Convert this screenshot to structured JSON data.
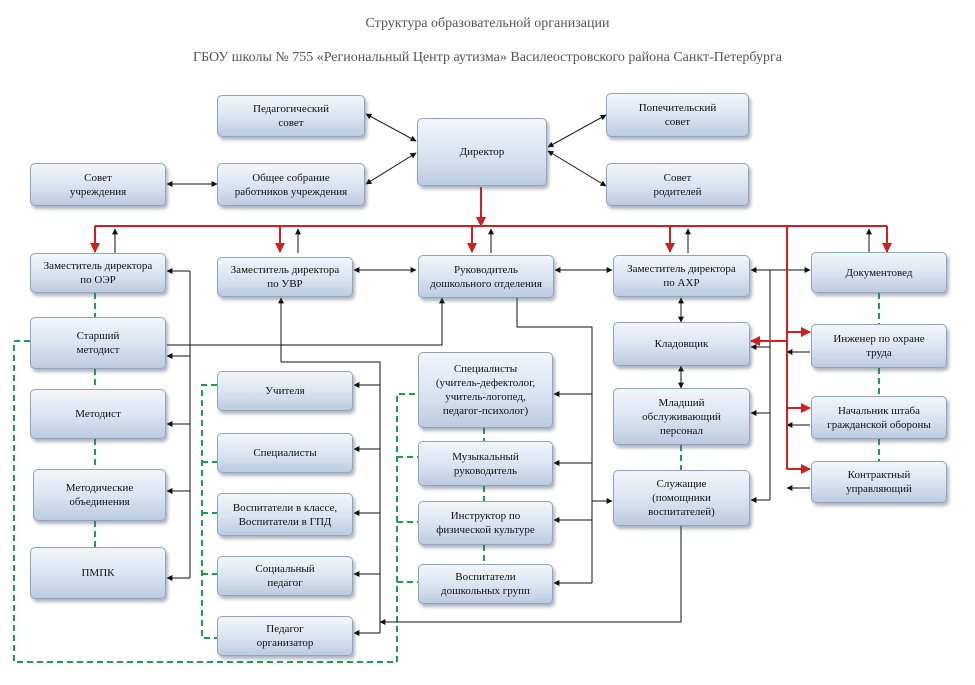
{
  "header": {
    "title": "Структура образовательной организации",
    "subtitle": "ГБОУ школы № 755 «Региональный Центр аутизма» Василеостровского района Санкт-Петербурга"
  },
  "colors": {
    "arrow": "#111111",
    "red": "#d21f1f",
    "green_dashed": "#1e9e4a",
    "box_border": "#8fa4c2"
  },
  "boxes": {
    "ped_council": "Педагогический\nсовет",
    "trustee_council": "Попечительский\nсовет",
    "director": "Директор",
    "institution_council": "Совет\nучреждения",
    "general_meeting": "Общее собрание\nработников учреждения",
    "parents_council": "Совет\nродителей",
    "deputy_oer": "Заместитель директора\nпо ОЭР",
    "deputy_uvr": "Заместитель директора\nпо УВР",
    "preschool_head": "Руководитель\nдошкольного отделения",
    "deputy_ahr": "Заместитель директора\nпо АХР",
    "document_specialist": "Документовед",
    "senior_methodist": "Старший\nметодист",
    "methodist": "Методист",
    "method_assoc": "Методические\nобъединения",
    "pmpk": "ПМПК",
    "teachers": "Учителя",
    "specialists": "Специалисты",
    "educators_class": "Воспитатели в классе,\nВоспитатели в ГПД",
    "social_teacher": "Социальный\nпедагог",
    "teacher_organizer": "Педагог\nорганизатор",
    "specialists_preschool": "Специалисты\n(учитель-дефектолог,\nучитель-логопед,\nпедагог-психолог)",
    "music_director": "Музыкальный\nруководитель",
    "pe_instructor": "Инструктор по\nфизической культуре",
    "preschool_educators": "Воспитатели\nдошкольных групп",
    "storekeeper": "Кладовщик",
    "junior_staff": "Младший\nобслуживающий\nперсонал",
    "employees": "Служащие\n(помощники\nвоспитателей)",
    "labor_safety": "Инженер по охране\nтруда",
    "civil_defense": "Начальник штаба\nгражданской обороны",
    "contract_manager": "Контрактный\nуправляющий"
  }
}
